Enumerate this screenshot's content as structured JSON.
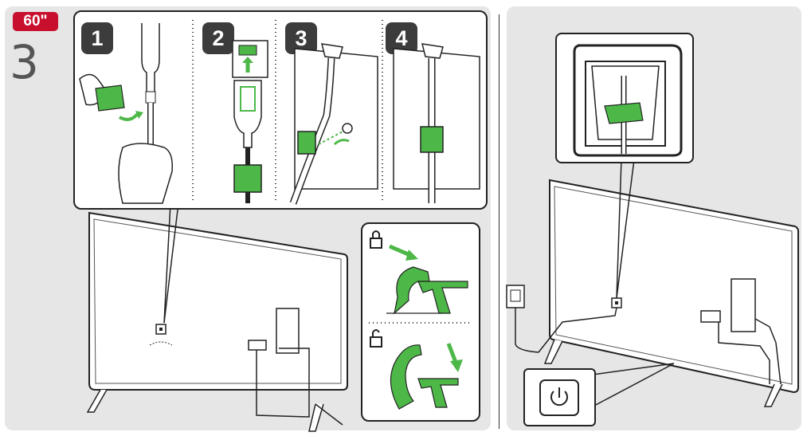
{
  "size_badge": "60\"",
  "step_number": "3",
  "sub_steps": [
    "1",
    "2",
    "3",
    "4"
  ],
  "colors": {
    "badge": "#c8102e",
    "clip_green": "#4db848",
    "panel_bg": "#e6e6e6",
    "step_number_bg": "#3c3c3c"
  },
  "icons": {
    "locked": "lock-closed-icon",
    "unlocked": "lock-open-icon",
    "power": "power-icon"
  }
}
